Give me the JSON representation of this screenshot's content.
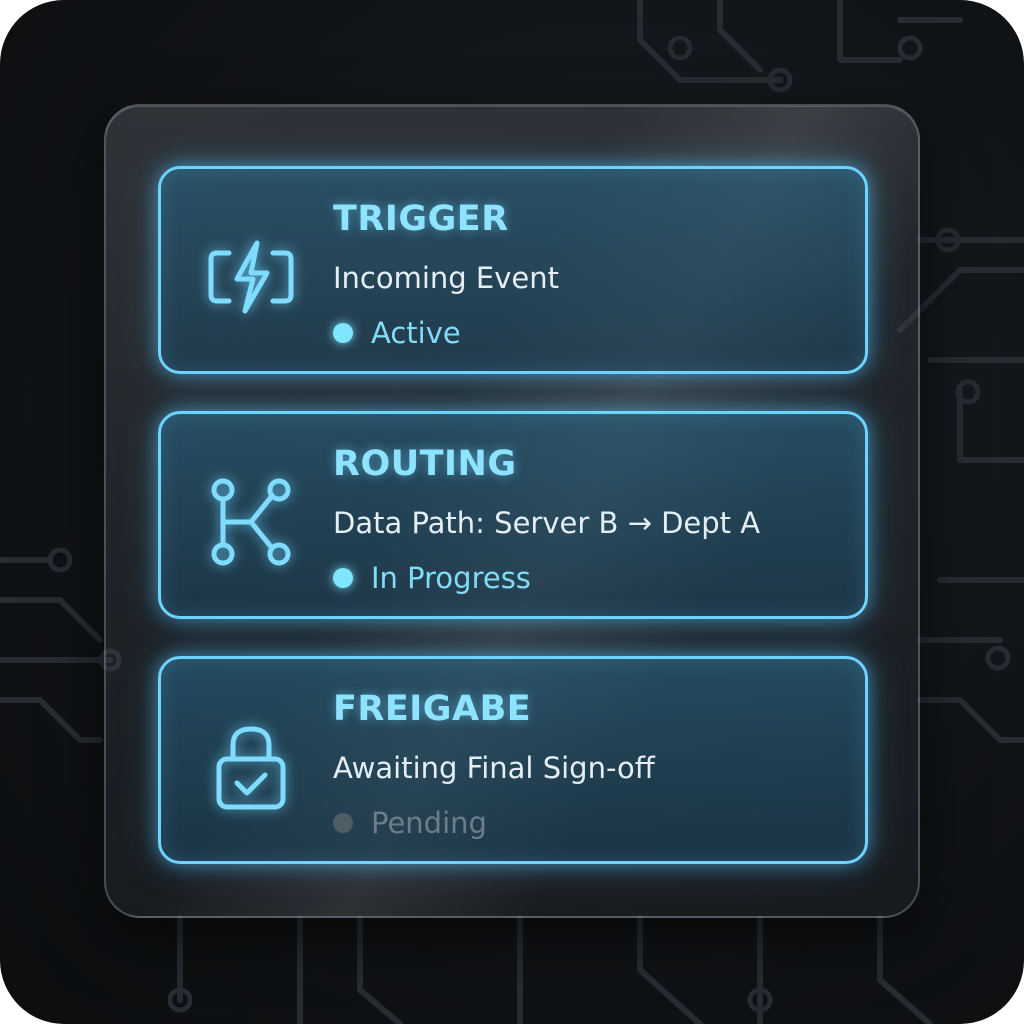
{
  "background": {
    "theme": "dark-circuit-board",
    "trace_color": "#2a3036"
  },
  "colors": {
    "accent": "#6fd2ff",
    "title": "#8ee3ff",
    "active_dot": "#7fe6ff",
    "pending_dot": "#4e5d66"
  },
  "steps": [
    {
      "icon": "lightning-bolt-icon",
      "title": "TRIGGER",
      "subtitle": "Incoming Event",
      "status": "Active",
      "status_state": "active"
    },
    {
      "icon": "routing-nodes-icon",
      "title": "ROUTING",
      "subtitle": "Data Path: Server B → Dept A",
      "status": "In Progress",
      "status_state": "active"
    },
    {
      "icon": "padlock-check-icon",
      "title": "FREIGABE",
      "subtitle": "Awaiting Final Sign-off",
      "status": "Pending",
      "status_state": "pending"
    }
  ]
}
